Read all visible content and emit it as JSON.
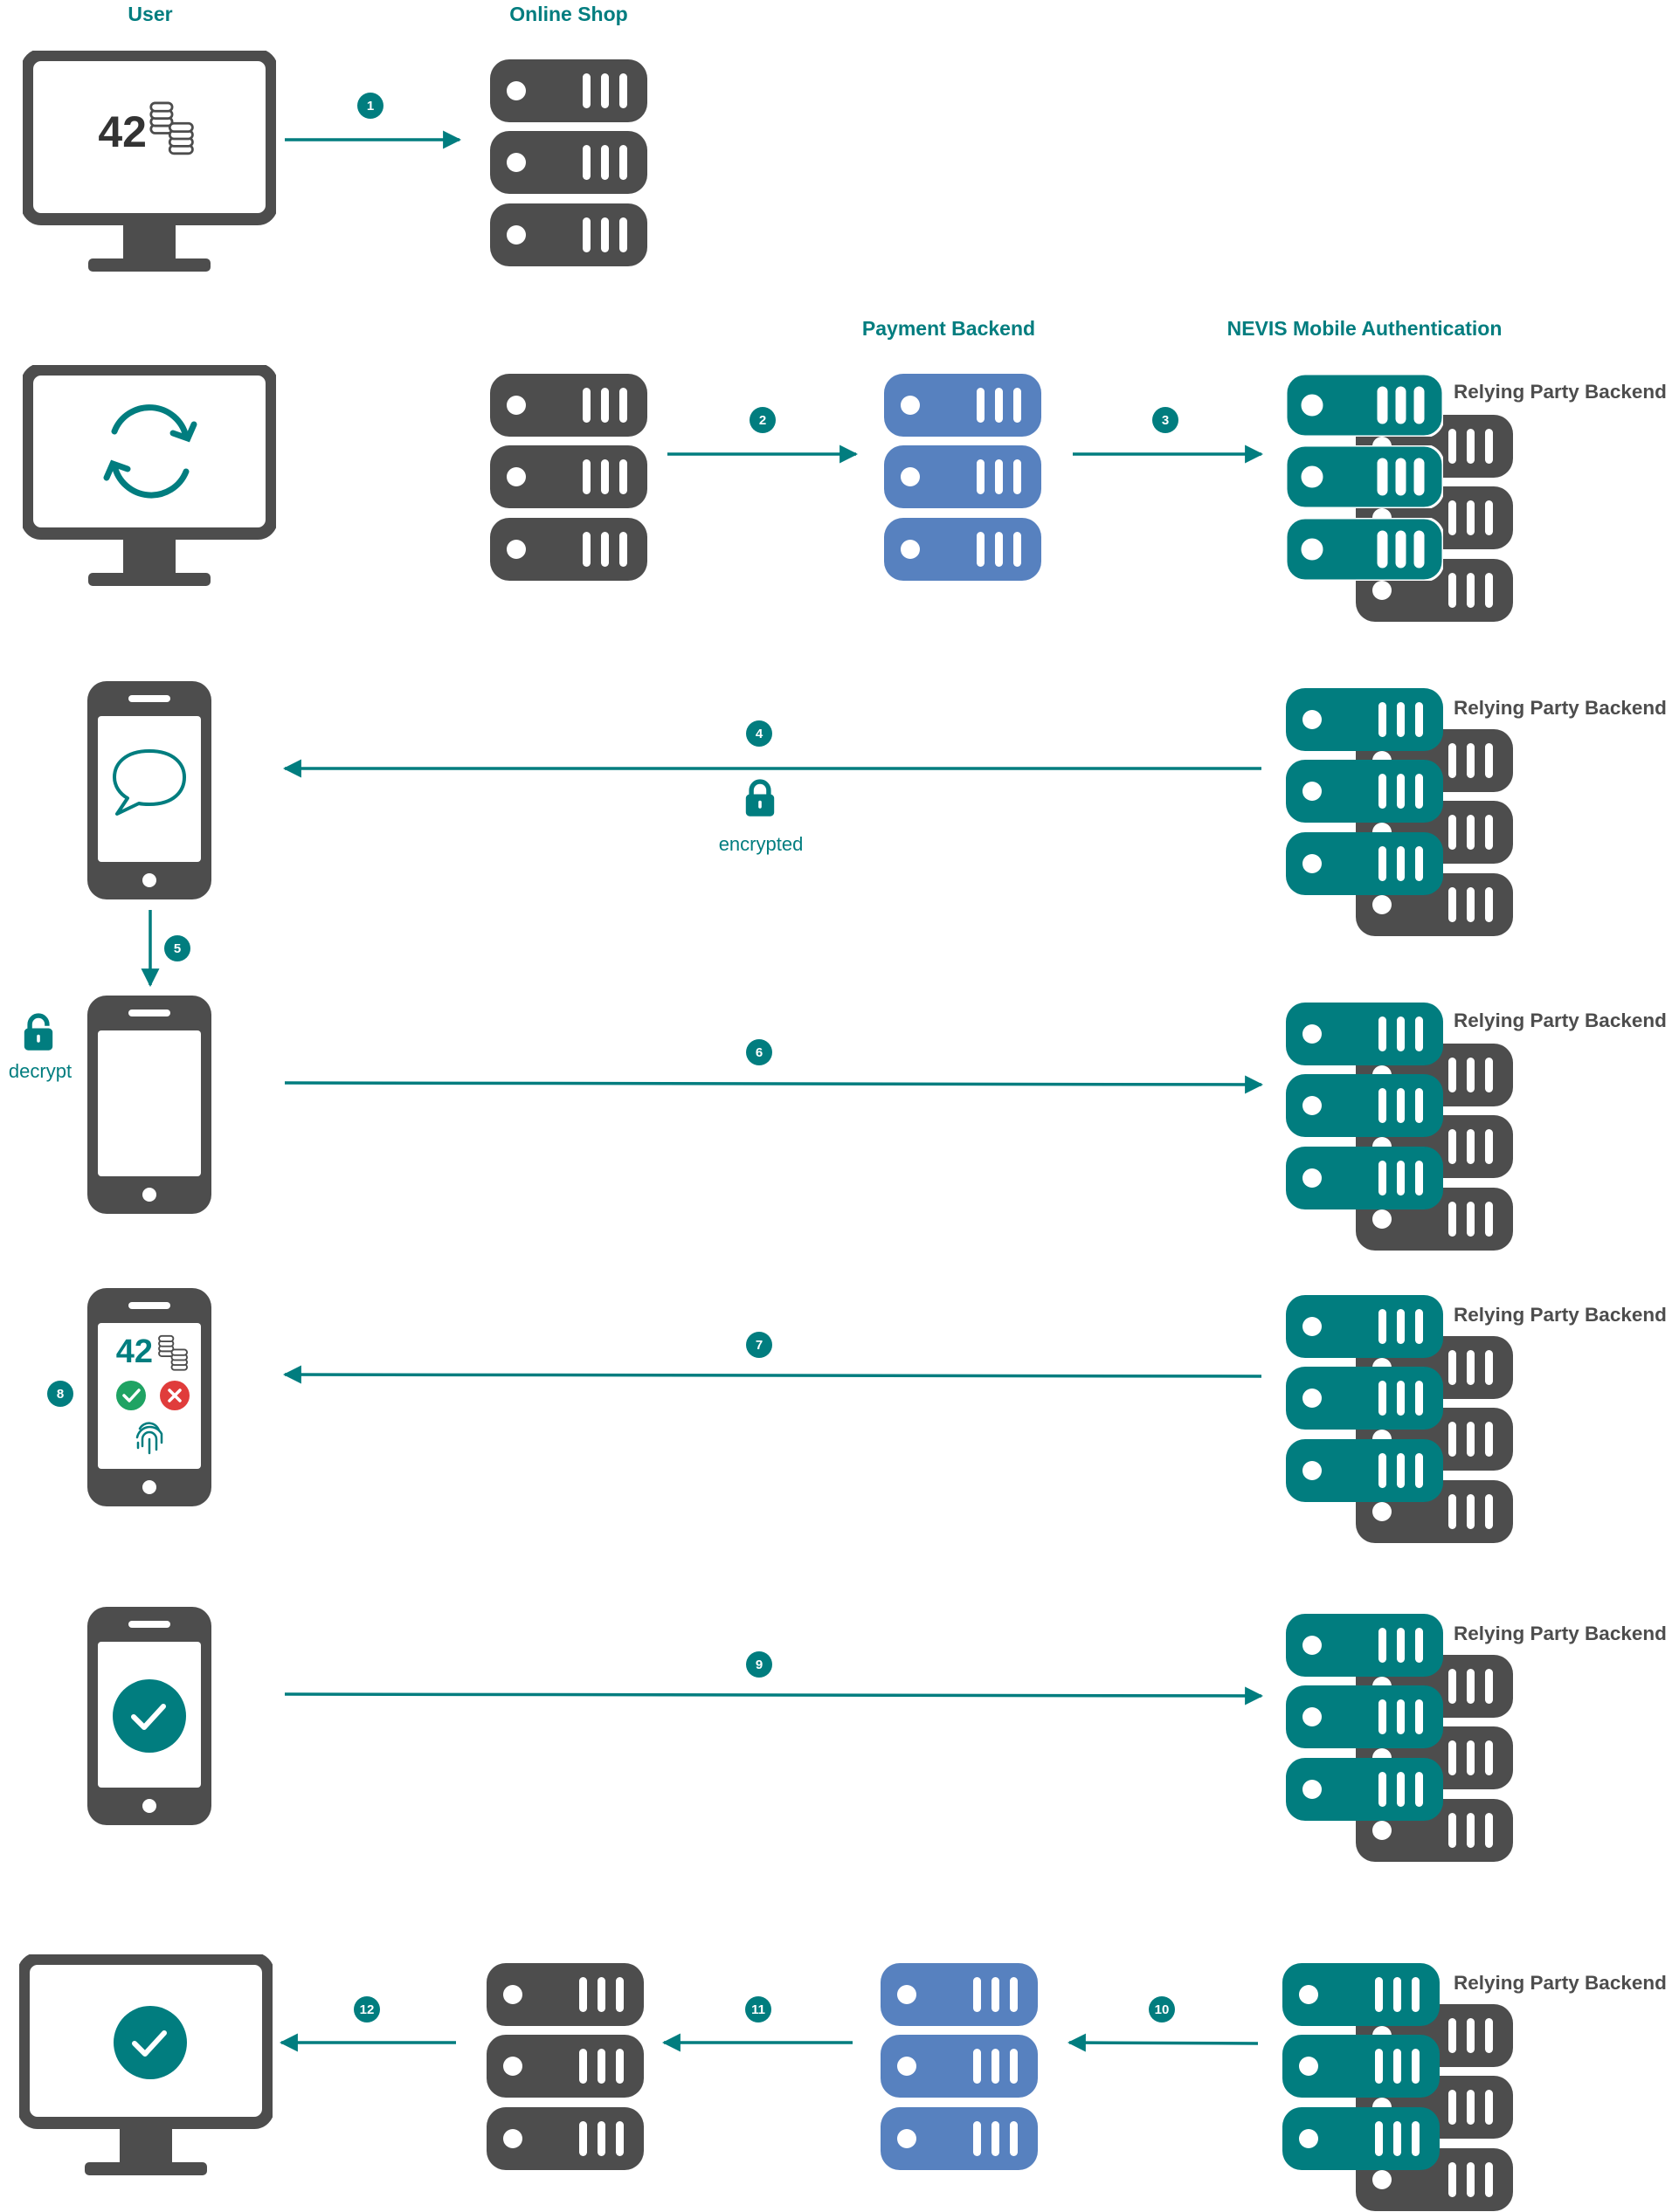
{
  "colors": {
    "teal": "#017d7f",
    "dark": "#4d4d4d",
    "blue": "#5781bf",
    "green": "#1fa363",
    "red": "#e03c3b"
  },
  "headers": {
    "user": "User",
    "online_shop": "Online Shop",
    "payment_backend": "Payment Backend",
    "nevis": "NEVIS Mobile Authentication"
  },
  "relying_party_label": "Relying Party Backend",
  "labels": {
    "encrypted": "encrypted",
    "decrypt": "decrypt",
    "amount": "42"
  },
  "steps": [
    "1",
    "2",
    "3",
    "4",
    "5",
    "6",
    "7",
    "8",
    "9",
    "10",
    "11",
    "12"
  ],
  "icons": {
    "monitor": "monitor-icon",
    "server": "server-icon",
    "phone": "smartphone-icon",
    "coins": "coins-icon",
    "sync": "sync-icon",
    "chat": "chat-bubble-icon",
    "lock": "lock-icon",
    "unlock": "unlock-icon",
    "check": "checkmark-icon",
    "cross": "cross-icon",
    "fingerprint": "fingerprint-icon"
  }
}
